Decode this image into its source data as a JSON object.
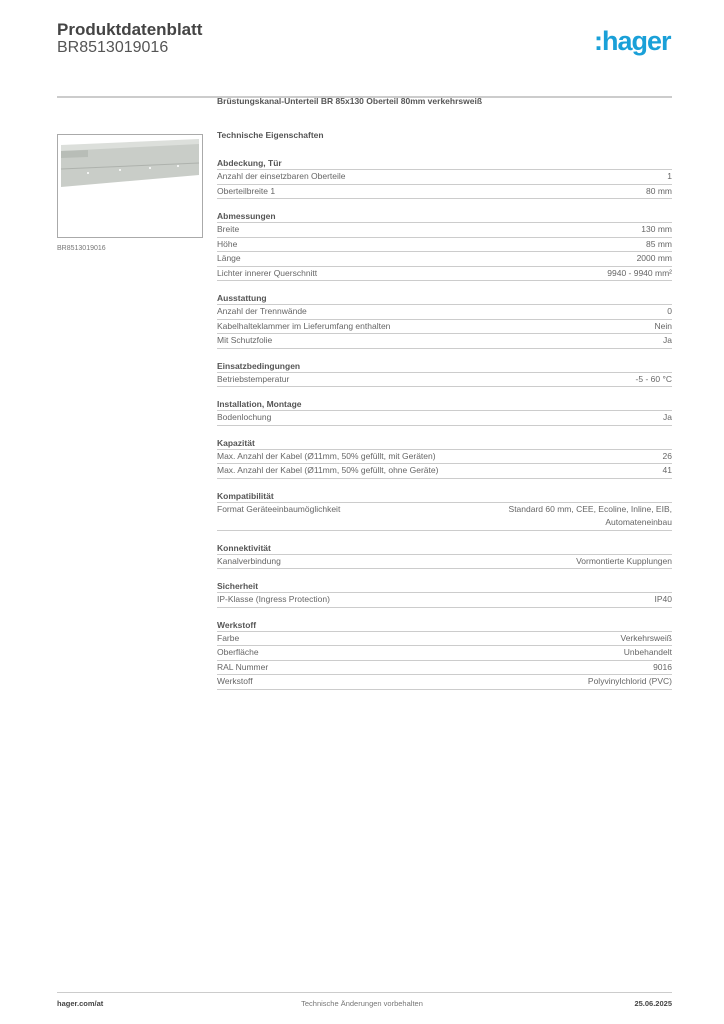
{
  "header": {
    "title": "Produktdatenblatt",
    "code": "BR8513019016",
    "logo": ":hager",
    "brand_color": "#1aa0d8"
  },
  "image": {
    "caption": "BR8513019016"
  },
  "product_title": "Brüstungskanal-Unterteil BR 85x130 Oberteil 80mm verkehrsweiß",
  "tech_heading": "Technische Eigenschaften",
  "sections": [
    {
      "title": "Abdeckung, Tür",
      "rows": [
        [
          "Anzahl der einsetzbaren Oberteile",
          "1"
        ],
        [
          "Oberteilbreite 1",
          "80 mm"
        ]
      ]
    },
    {
      "title": "Abmessungen",
      "rows": [
        [
          "Breite",
          "130 mm"
        ],
        [
          "Höhe",
          "85 mm"
        ],
        [
          "Länge",
          "2000 mm"
        ],
        [
          "Lichter innerer Querschnitt",
          "9940 - 9940 mm²"
        ]
      ]
    },
    {
      "title": "Ausstattung",
      "rows": [
        [
          "Anzahl der Trennwände",
          "0"
        ],
        [
          "Kabelhalteklammer im Lieferumfang enthalten",
          "Nein"
        ],
        [
          "Mit Schutzfolie",
          "Ja"
        ]
      ]
    },
    {
      "title": "Einsatzbedingungen",
      "rows": [
        [
          "Betriebstemperatur",
          "-5 - 60 °C"
        ]
      ]
    },
    {
      "title": "Installation, Montage",
      "rows": [
        [
          "Bodenlochung",
          "Ja"
        ]
      ]
    },
    {
      "title": "Kapazität",
      "rows": [
        [
          "Max. Anzahl der Kabel (Ø11mm, 50% gefüllt, mit Geräten)",
          "26"
        ],
        [
          "Max. Anzahl der Kabel (Ø11mm, 50% gefüllt, ohne Geräte)",
          "41"
        ]
      ]
    },
    {
      "title": "Kompatibilität",
      "rows": [
        [
          "Format Geräteeinbaumöglichkeit",
          "Standard 60 mm, CEE, Ecoline, Inline, EIB, Automateneinbau"
        ]
      ]
    },
    {
      "title": "Konnektivität",
      "rows": [
        [
          "Kanalverbindung",
          "Vormontierte Kupplungen"
        ]
      ]
    },
    {
      "title": "Sicherheit",
      "rows": [
        [
          "IP-Klasse (Ingress Protection)",
          "IP40"
        ]
      ]
    },
    {
      "title": "Werkstoff",
      "rows": [
        [
          "Farbe",
          "Verkehrsweiß"
        ],
        [
          "Oberfläche",
          "Unbehandelt"
        ],
        [
          "RAL Nummer",
          "9016"
        ],
        [
          "Werkstoff",
          "Polyvinylchlorid (PVC)"
        ]
      ]
    }
  ],
  "footer": {
    "left": "hager.com/at",
    "center": "Technische Änderungen vorbehalten",
    "right": "25.06.2025"
  }
}
